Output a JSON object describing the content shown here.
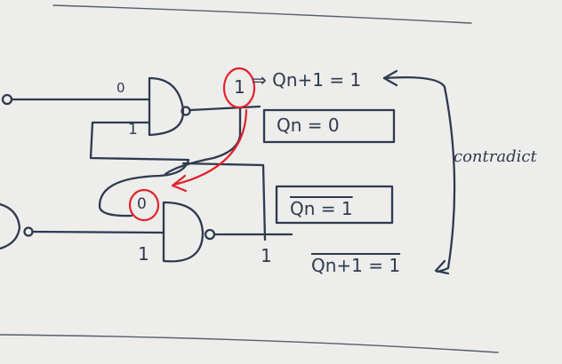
{
  "labels": {
    "top_input_value": "0",
    "top_feedback_value": "1",
    "top_output_value": "1",
    "top_output_eq": "⇒ Qn+1 = 1",
    "qn_box": "Qn = 0",
    "bottom_feedback_value": "0",
    "qn_bar_box": "Qn = 1",
    "bottom_input_value": "1",
    "bottom_output_value": "1",
    "qn1_bar_eq": "Qn+1 = 1",
    "contradiction_text": "contradict"
  },
  "colors": {
    "ink": "#2f3a4e",
    "highlight": "#e3212a",
    "paper": "#ededeb"
  }
}
